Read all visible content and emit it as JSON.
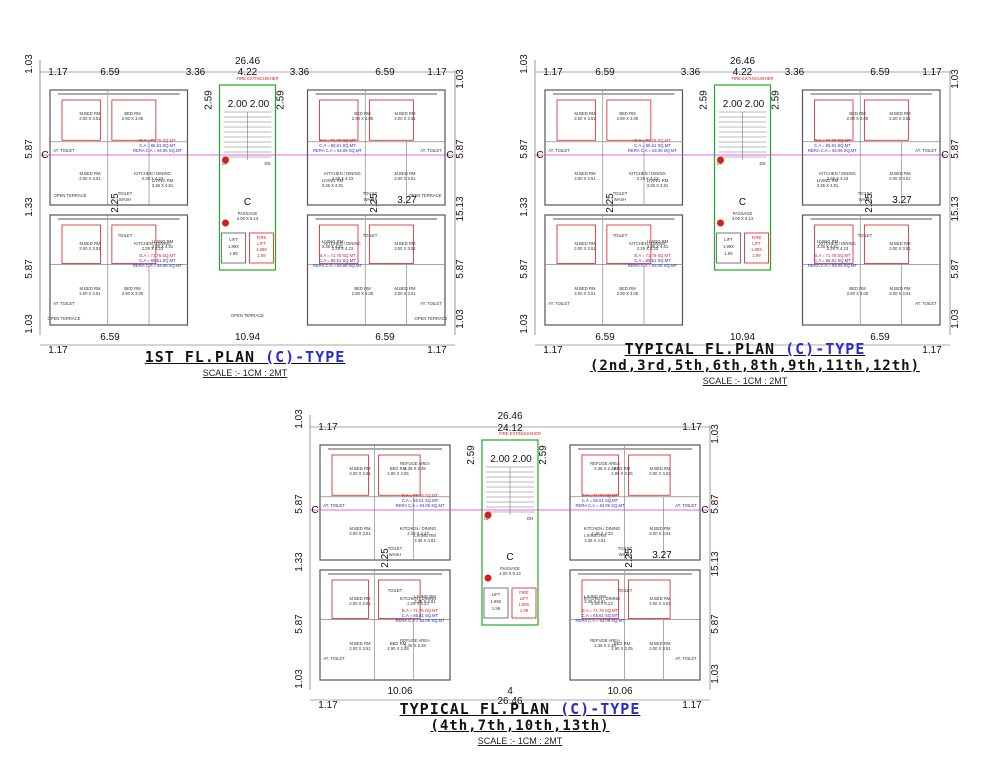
{
  "colors": {
    "wall": "#555555",
    "red": "#d61e1e",
    "green": "#22a822",
    "magenta": "#d63ad6",
    "blue": "#2a2ad0"
  },
  "plans": [
    {
      "title_prefix": "1ST FL.PLAN ",
      "title_type": "(C)-TYPE",
      "subtitle": "",
      "scale": "SCALE :- 1CM : 2MT",
      "dims": {
        "overall": "26.46",
        "top_left": "1.17",
        "top_a": "6.59",
        "top_b": "3.36",
        "top_mid": "4.22",
        "top_c": "3.36",
        "top_d": "6.59",
        "top_right": "1.17",
        "left_1": "1.03",
        "left_2": "5.87",
        "left_3": "1.33",
        "left_4": "5.87",
        "left_5": "1.03",
        "right_1": "1.03",
        "right_2": "5.87",
        "right_3": "15.13",
        "right_4": "5.87",
        "right_5": "1.03",
        "bot_left": "1.17",
        "bot_a": "6.59",
        "bot_mid": "10.94",
        "bot_b": "6.59",
        "bot_right": "1.17",
        "stair_a": "2.00",
        "stair_b": "2.00",
        "lobby_a": "2.59",
        "lobby_b": "2.59",
        "v225": "2.25",
        "v327": "3.27"
      },
      "section": "C",
      "lift": {
        "line1": "LIFT",
        "line2": "1.89X",
        "line3": "1.99"
      },
      "fire_lift": {
        "line1": "FIRE",
        "line2": "LIFT",
        "line3": "1.89X",
        "line4": "1.99"
      },
      "passage": {
        "line1": "PASSAGE",
        "line2": "4.00 X 5.13"
      },
      "area": {
        "ba": "B.A = 71.76 SQ.MT",
        "ca": "C.A = 65.61 SQ.MT",
        "rera": "RERA C.A = 64.06 SQ.MT"
      },
      "rooms": {
        "mbed": "M.BED RM",
        "mbed_size": "3.00 X 3.51",
        "bed": "BED RM",
        "bed_size": "2.90 X 3.05",
        "living": "LIVING RM",
        "living_size": "3.36 X 4.81",
        "kitchen": "KITCHEN / DINING",
        "kitchen_size": "2.29 X 4.23",
        "toilet": "TOILET",
        "att_toilet": "AT. TOILET",
        "wash": "WASH",
        "open_terrace": "OPEN TERRACE",
        "up": "UP",
        "dn": "DN",
        "refuge": "REFUGE AREA",
        "refuge_size": "2.36 X 2.48"
      },
      "note": "FIRE EXTINGUISHER"
    },
    {
      "title_prefix": "TYPICAL FL.PLAN ",
      "title_type": "(C)-TYPE",
      "subtitle": "(2nd,3rd,5th,6th,8th,9th,11th,12th)",
      "scale": "SCALE :- 1CM : 2MT"
    },
    {
      "title_prefix": "TYPICAL FL.PLAN ",
      "title_type": "(C)-TYPE",
      "subtitle": "(4th,7th,10th,13th)",
      "scale": "SCALE :- 1CM : 2MT",
      "dims_extra": {
        "overall_inner": "24.12",
        "bot_a": "10.06",
        "bot_mid": "4",
        "bot_b": "10.06"
      }
    }
  ]
}
